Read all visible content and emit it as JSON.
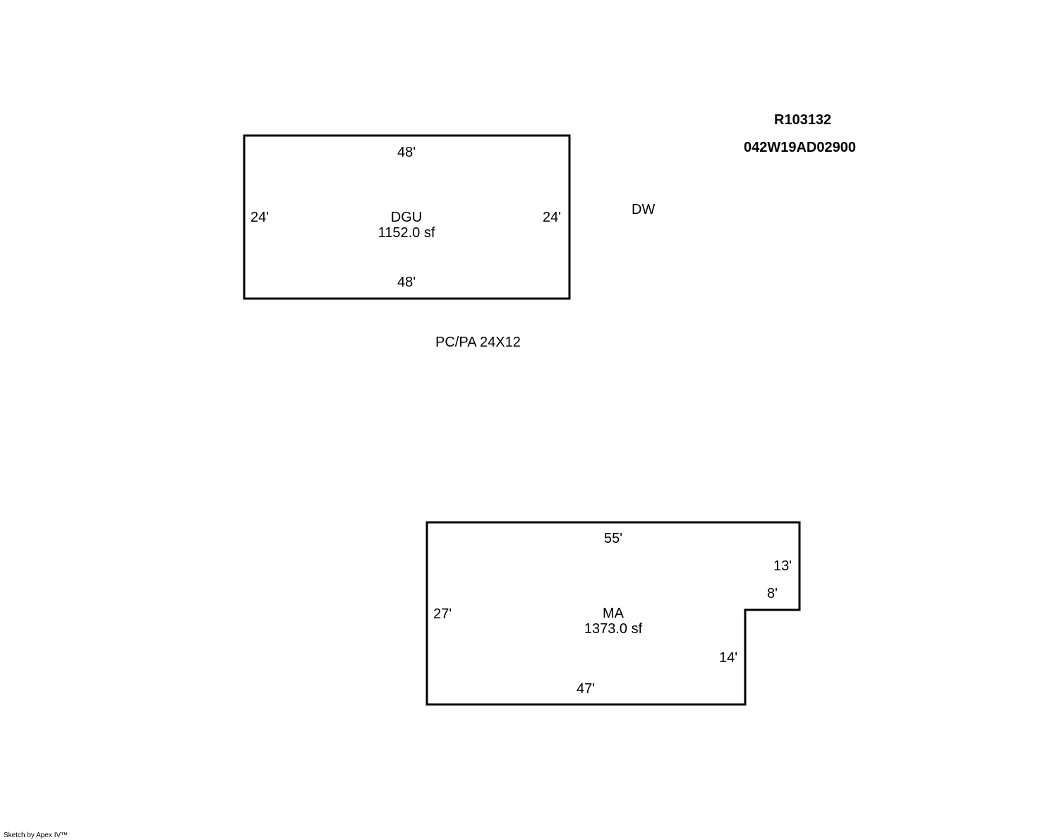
{
  "header": {
    "account_id": "R103132",
    "map_tax_lot": "042W19AD02900"
  },
  "dgu": {
    "code": "DGU",
    "area": "1152.0 sf",
    "top_dim": "48'",
    "bottom_dim": "48'",
    "left_dim": "24'",
    "right_dim": "24'"
  },
  "dw_label": "DW",
  "pcpa_label": "PC/PA 24X12",
  "ma": {
    "code": "MA",
    "area": "1373.0 sf",
    "top_dim": "55'",
    "bottom_dim": "47'",
    "left_dim": "27'",
    "right_upper_dim": "13'",
    "notch_dim": "8'",
    "right_lower_dim": "14'"
  },
  "footer": "Sketch by Apex IV™"
}
